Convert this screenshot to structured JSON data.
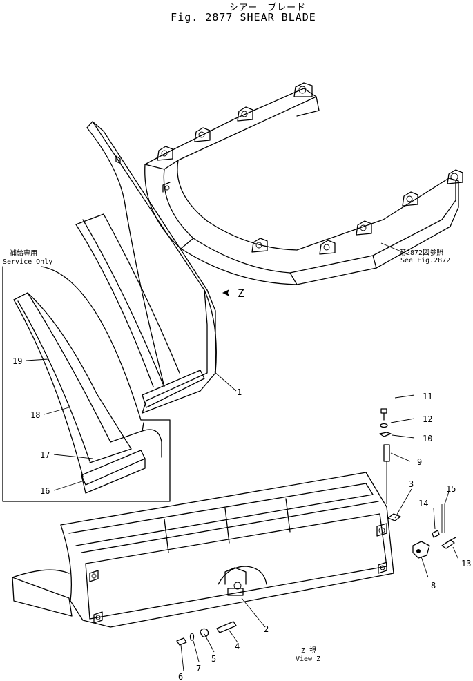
{
  "header": {
    "title_jp": "シアー　ブレード",
    "title_en": "Fig. 2877  SHEAR BLADE"
  },
  "notes": {
    "service_only_jp": "補給専用",
    "service_only_en": "Service Only",
    "see_fig_jp": "第2872図参照",
    "see_fig_en": "See  Fig.2872",
    "view_arrow": "Z",
    "view_z_jp": "Z 視",
    "view_z_en": "View  Z"
  },
  "part_numbers": [
    "1",
    "2",
    "3",
    "4",
    "5",
    "6",
    "7",
    "8",
    "9",
    "10",
    "11",
    "12",
    "13",
    "14",
    "15",
    "16",
    "17",
    "18",
    "19"
  ]
}
